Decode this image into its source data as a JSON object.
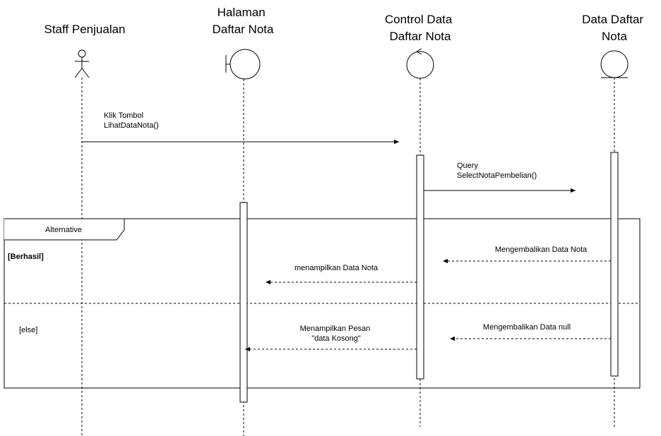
{
  "participants": [
    {
      "id": "staff",
      "lines": [
        "Staff Penjualan"
      ],
      "kind": "actor"
    },
    {
      "id": "halaman",
      "lines": [
        "Halaman",
        "Daftar Nota"
      ],
      "kind": "boundary"
    },
    {
      "id": "control",
      "lines": [
        "Control Data",
        "Daftar Nota"
      ],
      "kind": "control"
    },
    {
      "id": "data",
      "lines": [
        "Data Daftar",
        "Nota"
      ],
      "kind": "entity"
    }
  ],
  "messages": [
    {
      "id": "m1",
      "lines": [
        "Klik Tombol",
        "LihatDataNota()"
      ],
      "style": "solid"
    },
    {
      "id": "m2",
      "lines": [
        "Query",
        "SelectNotaPembelian()"
      ],
      "style": "solid"
    },
    {
      "id": "m3",
      "lines": [
        "Mengembalikan Data Nota"
      ],
      "style": "dashed"
    },
    {
      "id": "m4",
      "lines": [
        "menampilkan Data Nota"
      ],
      "style": "dashed"
    },
    {
      "id": "m5",
      "lines": [
        "Mengembalikan Data null"
      ],
      "style": "dashed"
    },
    {
      "id": "m6",
      "lines": [
        "Menampilkan Pesan",
        "\"data Kosong\""
      ],
      "style": "dashed"
    }
  ],
  "fragment": {
    "operator": "Alternative",
    "guards": [
      "[Berhasil]",
      "[else]"
    ]
  }
}
